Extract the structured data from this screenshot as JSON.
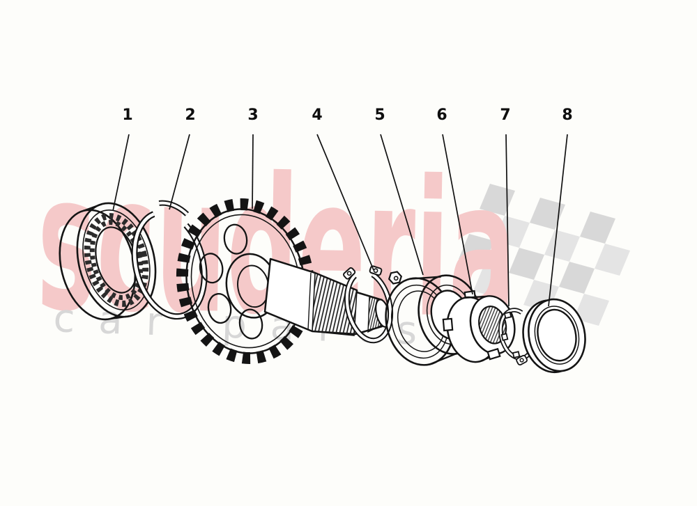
{
  "diagram": {
    "kind": "exploded-parts-diagram",
    "background": "#fdfdfa",
    "line_color": "#141414"
  },
  "part_labels": [
    {
      "number": "1"
    },
    {
      "number": "2"
    },
    {
      "number": "3"
    },
    {
      "number": "4"
    },
    {
      "number": "5"
    },
    {
      "number": "6"
    },
    {
      "number": "7"
    },
    {
      "number": "8"
    }
  ],
  "watermark": {
    "brand": "scuderia",
    "tagline": "car parts",
    "brand_color": "#f5c9c9",
    "tagline_color": "#d7d7d7",
    "flag": {
      "light": "#e4e4e4",
      "dark": "#d8d8d8"
    }
  }
}
